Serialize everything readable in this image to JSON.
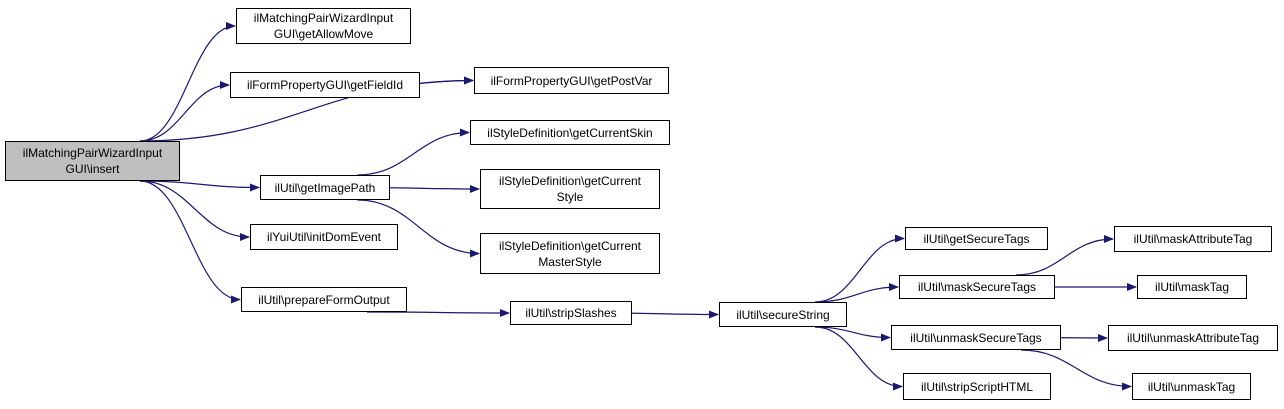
{
  "colors": {
    "edge": "#191970",
    "node_border": "#000000",
    "root_fill": "#bfbfbf",
    "node_fill": "#ffffff"
  },
  "nodes": {
    "root": [
      "ilMatchingPairWizardInput",
      "GUI\\insert"
    ],
    "get_allow_move": [
      "ilMatchingPairWizardInput",
      "GUI\\getAllowMove"
    ],
    "get_field_id": [
      "ilFormPropertyGUI\\getFieldId"
    ],
    "get_post_var": [
      "ilFormPropertyGUI\\getPostVar"
    ],
    "get_current_skin": [
      "ilStyleDefinition\\getCurrentSkin"
    ],
    "get_image_path": [
      "ilUtil\\getImagePath"
    ],
    "get_current_style": [
      "ilStyleDefinition\\getCurrent",
      "Style"
    ],
    "get_current_master_style": [
      "ilStyleDefinition\\getCurrent",
      "MasterStyle"
    ],
    "init_dom_event": [
      "ilYuiUtil\\initDomEvent"
    ],
    "prepare_form_output": [
      "ilUtil\\prepareFormOutput"
    ],
    "strip_slashes": [
      "ilUtil\\stripSlashes"
    ],
    "secure_string": [
      "ilUtil\\secureString"
    ],
    "get_secure_tags": [
      "ilUtil\\getSecureTags"
    ],
    "mask_secure_tags": [
      "ilUtil\\maskSecureTags"
    ],
    "unmask_secure_tags": [
      "ilUtil\\unmaskSecureTags"
    ],
    "strip_script_html": [
      "ilUtil\\stripScriptHTML"
    ],
    "mask_attribute_tag": [
      "ilUtil\\maskAttributeTag"
    ],
    "mask_tag": [
      "ilUtil\\maskTag"
    ],
    "unmask_attribute_tag": [
      "ilUtil\\unmaskAttributeTag"
    ],
    "unmask_tag": [
      "ilUtil\\unmaskTag"
    ]
  },
  "edges": [
    [
      "root",
      "get_allow_move"
    ],
    [
      "root",
      "get_field_id"
    ],
    [
      "root",
      "get_post_var"
    ],
    [
      "root",
      "get_image_path"
    ],
    [
      "root",
      "init_dom_event"
    ],
    [
      "root",
      "prepare_form_output"
    ],
    [
      "get_field_id",
      "get_post_var"
    ],
    [
      "get_image_path",
      "get_current_skin"
    ],
    [
      "get_image_path",
      "get_current_style"
    ],
    [
      "get_image_path",
      "get_current_master_style"
    ],
    [
      "prepare_form_output",
      "strip_slashes"
    ],
    [
      "strip_slashes",
      "secure_string"
    ],
    [
      "secure_string",
      "get_secure_tags"
    ],
    [
      "secure_string",
      "mask_secure_tags"
    ],
    [
      "secure_string",
      "unmask_secure_tags"
    ],
    [
      "secure_string",
      "strip_script_html"
    ],
    [
      "mask_secure_tags",
      "mask_attribute_tag"
    ],
    [
      "mask_secure_tags",
      "mask_tag"
    ],
    [
      "unmask_secure_tags",
      "unmask_attribute_tag"
    ],
    [
      "unmask_secure_tags",
      "unmask_tag"
    ]
  ]
}
